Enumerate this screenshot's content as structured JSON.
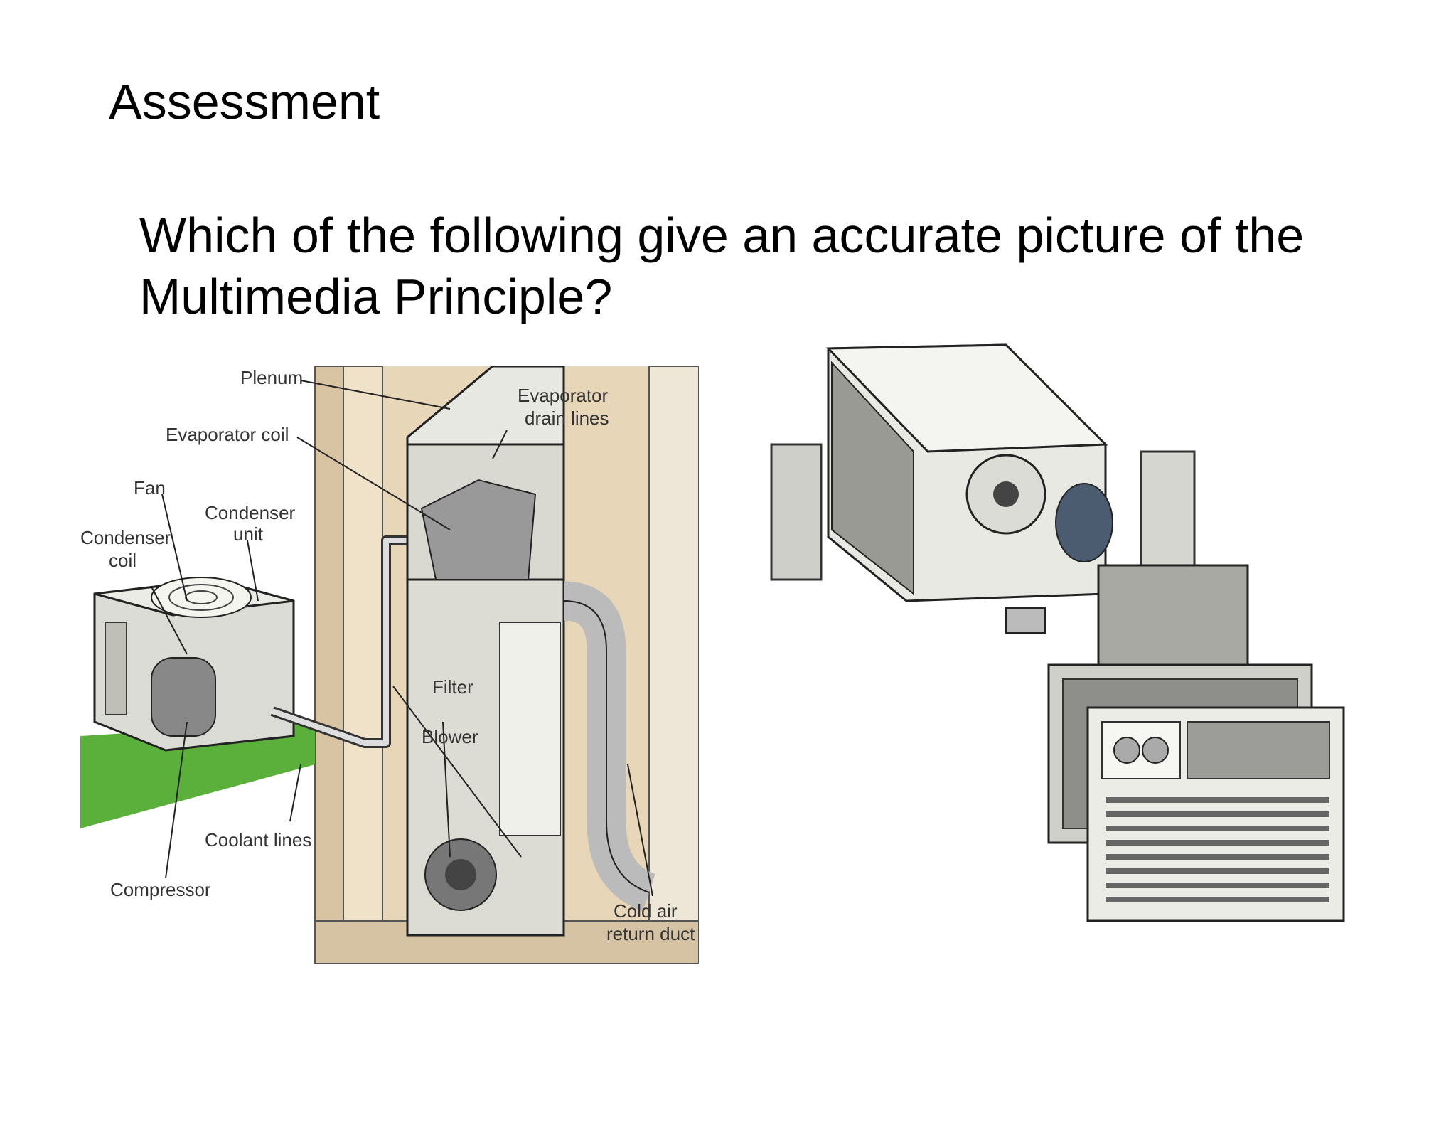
{
  "slide": {
    "title": "Assessment",
    "question": "Which of the following give an accurate picture of the Multimedia Principle?"
  },
  "figure_left": {
    "labels": {
      "plenum": "Plenum",
      "evaporator_coil": "Evaporator coil",
      "fan": "Fan",
      "condenser_unit_1": "Condenser",
      "condenser_unit_2": "unit",
      "condenser_coil_1": "Condenser",
      "condenser_coil_2": "coil",
      "evaporator_drain_1": "Evaporator",
      "evaporator_drain_2": "drain lines",
      "filter": "Filter",
      "blower": "Blower",
      "coolant_lines": "Coolant lines",
      "compressor": "Compressor",
      "cold_air_1": "Cold air",
      "cold_air_2": "return duct"
    }
  },
  "colors": {
    "grass": "#5ab03a",
    "wall": "#e6d2b4",
    "unit": "#d9d9d2",
    "outline": "#222222"
  }
}
